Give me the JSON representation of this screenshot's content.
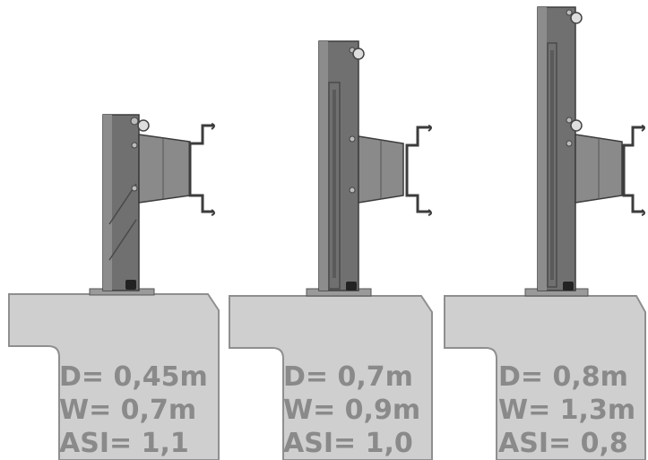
{
  "colors": {
    "concrete": "#cfcfcf",
    "concrete_edge": "#8f8f8f",
    "post": "#6f6f6f",
    "post_light": "#9a9a9a",
    "text": "#8a8a8a"
  },
  "systems": [
    {
      "d_label": "D= 0,45m",
      "w_label": "W= 0,7m",
      "asi_label": "ASI= 1,1"
    },
    {
      "d_label": "D= 0,7m",
      "w_label": "W= 0,9m",
      "asi_label": "ASI= 1,0"
    },
    {
      "d_label": "D= 0,8m",
      "w_label": "W= 1,3m",
      "asi_label": "ASI= 0,8"
    }
  ]
}
